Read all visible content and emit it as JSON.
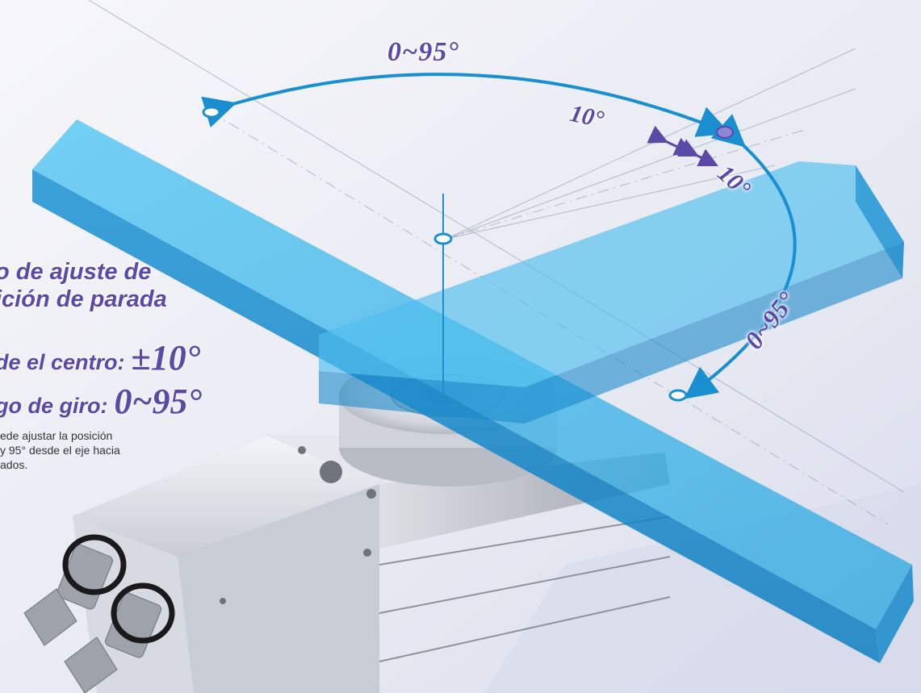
{
  "headline": {
    "line1": "o de ajuste de",
    "line2": "ición de parada"
  },
  "center_adjust": {
    "label": "de el centro:",
    "value": "±10°"
  },
  "rotation_range": {
    "label": "go de giro:",
    "value": "0~95°"
  },
  "description": {
    "line1": "ede ajustar la posición",
    "line2": "y 95° desde el eje hacia",
    "line3": "ados."
  },
  "diagram_labels": {
    "top_range": "0~95°",
    "left_ten": "10°",
    "right_ten": "10°",
    "side_range": "0~95°"
  },
  "colors": {
    "accent_purple": "#5a49a6",
    "arrow_blue": "#1a8fd0",
    "bar_cyan": "#3fb8ec"
  }
}
